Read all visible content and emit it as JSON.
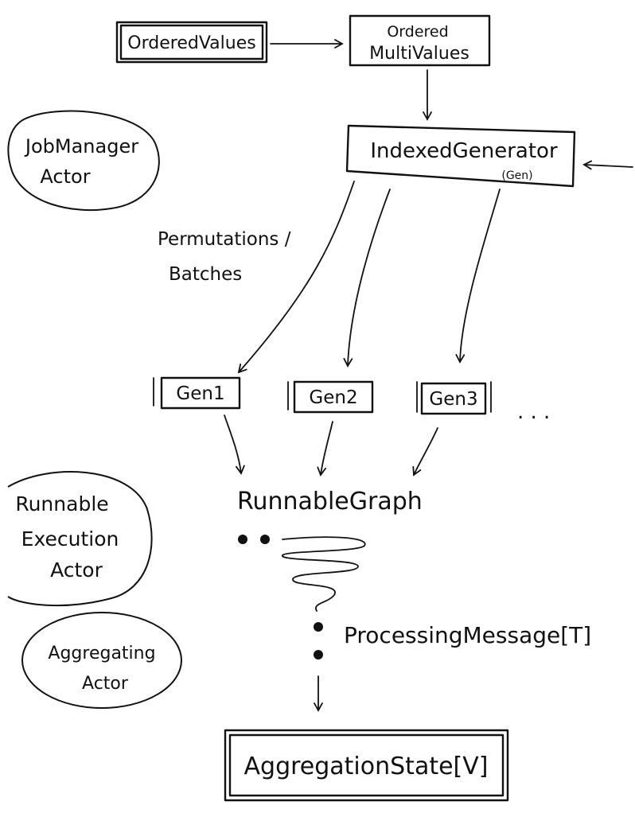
{
  "nodes": {
    "ordered_values": "OrderedValues",
    "ordered_multivalues_line1": "Ordered",
    "ordered_multivalues_line2": "MultiValues",
    "indexed_generator": "IndexedGenerator",
    "indexed_generator_sub": "(Gen)",
    "gen1": "Gen1",
    "gen2": "Gen2",
    "gen3": "Gen3",
    "ellipsis": ". . .",
    "runnable_graph": "RunnableGraph",
    "processing_message": "ProcessingMessage[T]",
    "aggregation_state": "AggregationState[V]"
  },
  "labels": {
    "permutations_line1": "Permutations /",
    "permutations_line2": "Batches"
  },
  "actors": {
    "job_manager_line1": "JobManager",
    "job_manager_line2": "Actor",
    "runnable_execution_line1": "Runnable",
    "runnable_execution_line2": "Execution",
    "runnable_execution_line3": "Actor",
    "aggregating_line1": "Aggregating",
    "aggregating_line2": "Actor"
  },
  "style": {
    "ink_color": "#111111",
    "background": "#ffffff"
  }
}
